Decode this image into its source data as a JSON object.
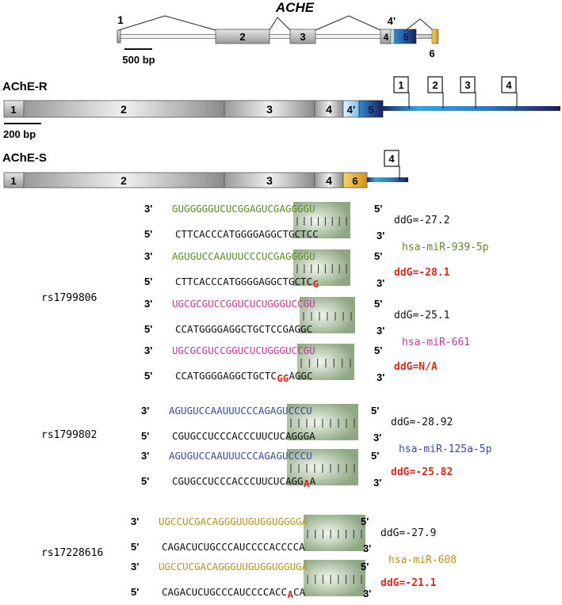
{
  "gene": {
    "title": "ACHE",
    "scale_label": "500 bp",
    "exon_labels": [
      "1",
      "2",
      "3",
      "4",
      "4’",
      "5",
      "6"
    ]
  },
  "ache_r": {
    "title": "AChE-R",
    "scale_label": "200 bp",
    "exon_labels": [
      "1",
      "2",
      "3",
      "4",
      "4’",
      "5"
    ],
    "site_labels": [
      "1",
      "2",
      "3",
      "4"
    ]
  },
  "ache_s": {
    "title": "AChE-S",
    "exon_labels": [
      "1",
      "2",
      "3",
      "4",
      "6"
    ],
    "site_labels": [
      "4"
    ]
  },
  "end_labels": {
    "three": "3'",
    "five": "5'"
  },
  "snps": [
    "rs1799806",
    "rs1799802",
    "rs17228616"
  ],
  "alignments": [
    {
      "mirna": "GUGGGGGUCUCGGAGUCGAGGGGU",
      "target": "CTTCACCCATGGGGAGGCTGCTCC",
      "target_base": "",
      "ddg": "ddG=-27.2",
      "name": "hsa-miR-939-5p"
    },
    {
      "mirna": "AGUGUCCAAUUUCCCUCGAGGGGU",
      "target": "CTTCACCCATGGGGAGGCTGCTC",
      "target_base": "G",
      "ddg": "ddG=-28.1",
      "name": ""
    },
    {
      "mirna": "UGCGCGUCCGGUCUCUGGGUCCGU",
      "target": "CCATGGGGAGGCTGCTCCGAGGC",
      "target_base": "",
      "ddg": "ddG=-25.1",
      "name": "hsa-miR-661"
    },
    {
      "mirna": "UGCGCGUCCGGUCUCUGGGUCCGU",
      "target": "CCATGGGGAGGCTGCTC",
      "target_base": "GG",
      "target_tail": "AGGC",
      "ddg": "ddG=N/A",
      "name": ""
    },
    {
      "mirna": "AGUGUCCAAUUUCCCAGAGUCCCU",
      "target": "CGUGCCUCCCACCCUUCUCAGGGA",
      "target_base": "",
      "ddg": "ddG=-28.92",
      "name": "hsa-miR-125a-5p"
    },
    {
      "mirna": "AGUGUCCAAUUUCCCAGAGUCCCU",
      "target": "CGUGCCUCCCACCCUUCUCAGG",
      "target_base": "A",
      "target_tail": "A",
      "ddg": "ddG=-25.82",
      "name": ""
    },
    {
      "mirna": "UGCCUCGACAGGGUUGUGGUGGGGA",
      "target": "CAGACUCUGCCCAUCCCCACCCCA",
      "target_base": "",
      "ddg": "ddG=-27.9",
      "name": "hsa-miR-608"
    },
    {
      "mirna": "UGCCUCGACAGGGUUGUGGUGGUGA",
      "target": "CAGACUCUGCCCAUCCCCACC",
      "target_base": "A",
      "target_tail": "CA",
      "ddg": "ddG=-21.1",
      "name": ""
    }
  ],
  "colors": {
    "mir939": "#5a8a2a",
    "mir661": "#c2389a",
    "mir125": "#3c4a9a",
    "mir608": "#b8921e",
    "variant": "#d42a1e",
    "highlight": "#9db48f",
    "exon_grey": "#a9a9a9",
    "exon_yellow": "#e6a817",
    "exon_lightblue": "#a8d4ee",
    "exon_darkblue": "#1e2a6a"
  }
}
